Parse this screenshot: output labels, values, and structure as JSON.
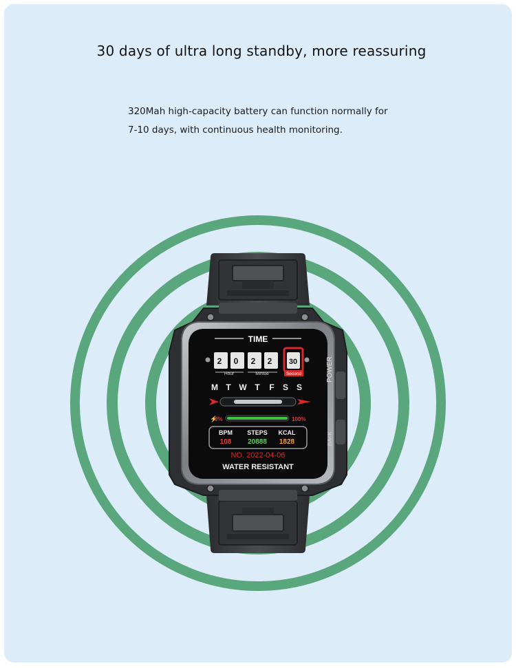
{
  "headline": "30 days of ultra long standby, more reassuring",
  "description": {
    "line1": "320Mah high-capacity battery can function normally for",
    "line2": "7-10 days, with continuous health monitoring."
  },
  "colors": {
    "background": "#dcedf9",
    "ring": "#5aa77d",
    "watch_body": "#3a3b3e",
    "screen": "#0b0b0c",
    "accent_red": "#d62a2a",
    "steps_green": "#5fd05a",
    "kcal_orange": "#f5a03a"
  },
  "watch": {
    "time_title": "TIME",
    "digits": [
      "2",
      "0",
      "2",
      "2"
    ],
    "seconds": "30",
    "hour_label": "Hour",
    "minute_label": "Mintue",
    "second_label": "Second",
    "weekdays": [
      "M",
      "T",
      "W",
      "T",
      "F",
      "S",
      "S"
    ],
    "battery_min": "0%",
    "battery_max": "100%",
    "battery_level": 1.0,
    "stats": [
      {
        "label": "BPM",
        "value": "108",
        "color": "#e33b3b"
      },
      {
        "label": "STEPS",
        "value": "20888",
        "color": "#5fd05a"
      },
      {
        "label": "KCAL",
        "value": "1828",
        "color": "#f5a03a"
      }
    ],
    "date_text": "NO. 2022-04-06",
    "footer": "WATER RESISTANT",
    "side_label": "POWER",
    "side_icon": "back-arrow-icon",
    "side_text": "BA<K"
  }
}
